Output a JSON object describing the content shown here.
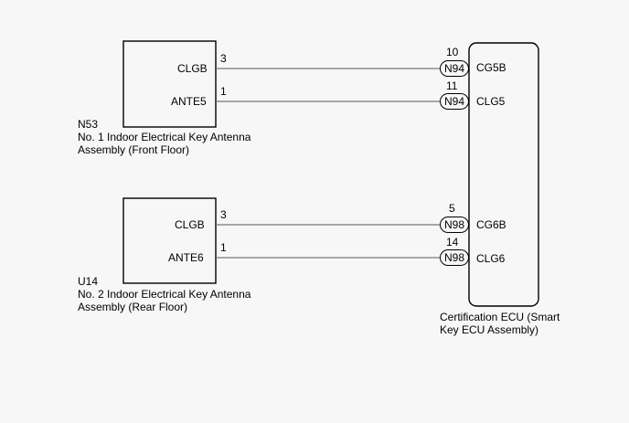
{
  "components": {
    "n53": {
      "code": "N53",
      "name_line1": "No. 1 Indoor Electrical Key Antenna",
      "name_line2": "Assembly (Front Floor)",
      "pins": [
        {
          "name": "CLGB",
          "number": "3"
        },
        {
          "name": "ANTE5",
          "number": "1"
        }
      ]
    },
    "u14": {
      "code": "U14",
      "name_line1": "No. 2 Indoor Electrical Key Antenna",
      "name_line2": "Assembly (Rear Floor)",
      "pins": [
        {
          "name": "CLGB",
          "number": "3"
        },
        {
          "name": "ANTE6",
          "number": "1"
        }
      ]
    },
    "ecu": {
      "name_line1": "Certification ECU (Smart",
      "name_line2": "Key ECU Assembly)",
      "pins": [
        {
          "name": "CG5B",
          "number": "10",
          "connector": "N94"
        },
        {
          "name": "CLG5",
          "number": "11",
          "connector": "N94"
        },
        {
          "name": "CG6B",
          "number": "5",
          "connector": "N98"
        },
        {
          "name": "CLG6",
          "number": "14",
          "connector": "N98"
        }
      ]
    }
  },
  "colors": {
    "wire": "#777777",
    "outline": "#000000",
    "background": "#f7f7f7"
  }
}
